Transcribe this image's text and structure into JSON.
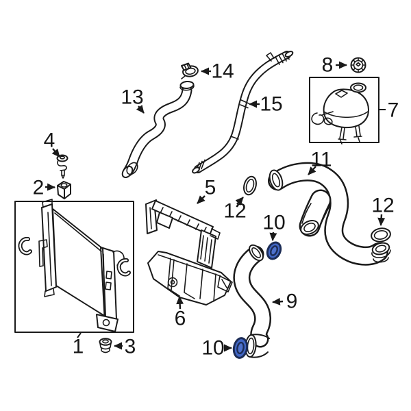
{
  "diagram": {
    "type": "parts-diagram",
    "colors": {
      "background": "#ffffff",
      "line": "#1a1a1a",
      "highlight_fill": "#4166c4",
      "highlight_inner": "#4e71cc",
      "highlight_stroke": "#1c2c55"
    },
    "callouts": {
      "c1": "1",
      "c2": "2",
      "c3": "3",
      "c4": "4",
      "c5": "5",
      "c6": "6",
      "c7": "7",
      "c8": "8",
      "c9": "9",
      "c10a": "10",
      "c10b": "10",
      "c11": "11",
      "c12a": "12",
      "c12b": "12",
      "c13": "13",
      "c14": "14",
      "c15": "15"
    }
  }
}
